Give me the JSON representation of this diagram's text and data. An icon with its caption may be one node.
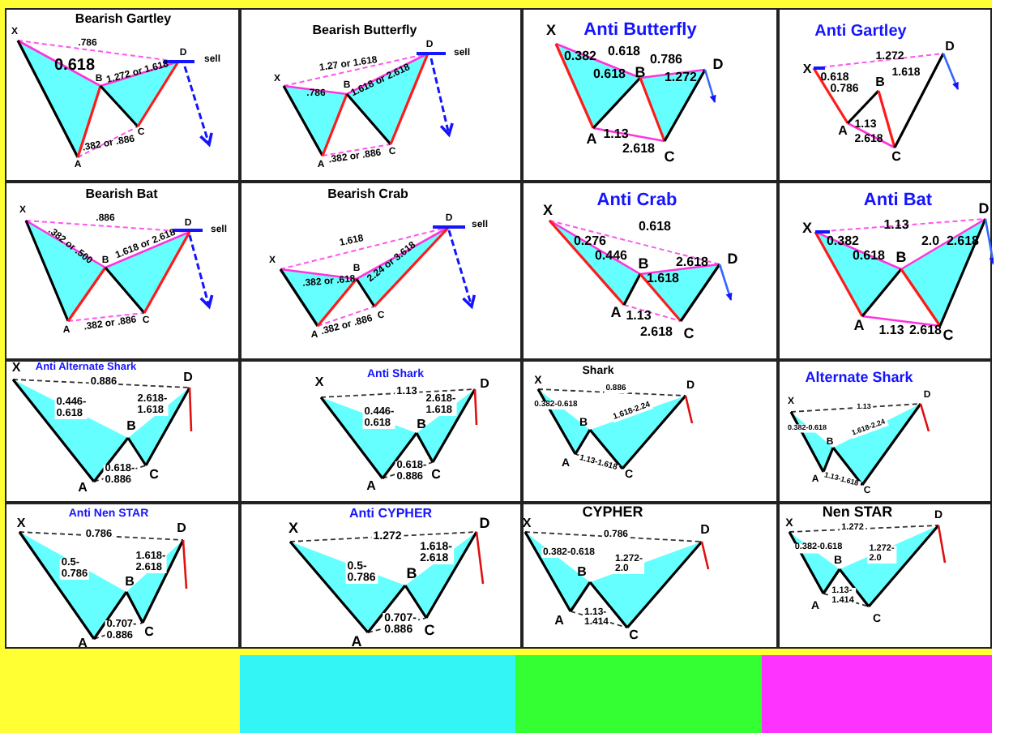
{
  "diagram": {
    "nodes": [
      {
        "text": [
          "Bearish Gartley",
          "X",
          ".786",
          "D",
          "sell",
          "0.618",
          "B",
          "1.272 or 1.618",
          "C",
          "A",
          ".382 or .886"
        ]
      },
      {
        "text": [
          "Bearish Butterfly",
          "D",
          "sell",
          "1.27 or 1.618",
          "X",
          "B",
          ".786",
          "1.618 or 2.618",
          "C",
          "A",
          ".382 or .886"
        ]
      },
      {
        "text": [
          "Anti Butterfly",
          "X",
          "0.382",
          "0.618",
          "0.786",
          "D",
          "0.618",
          "B",
          "1.272",
          "A",
          "1.13",
          "2.618",
          "C"
        ]
      },
      {
        "text": [
          "Anti Gartley",
          "1.272",
          "D",
          "X",
          "0.618",
          "0.786",
          "B",
          "1.618",
          "A",
          "1.13",
          "2.618",
          "C"
        ]
      },
      {
        "text": [
          "Bearish Bat",
          "X",
          ".886",
          "D",
          "sell",
          ".382 or .500",
          "B",
          "1.618 or 2.618",
          "A",
          ".382 or .886",
          "C"
        ]
      },
      {
        "text": [
          "Bearish Crab",
          "D",
          "sell",
          "1.618",
          "X",
          "B",
          ".382 or .618",
          "2.24 or 3.618",
          "C",
          "A",
          ".382 or .886"
        ]
      },
      {
        "text": [
          "Anti Crab",
          "X",
          "0.618",
          "0.276",
          "0.446",
          "B",
          "2.618",
          "D",
          "1.618",
          "A",
          "1.13",
          "2.618",
          "C"
        ]
      },
      {
        "text": [
          "Anti Bat",
          "X",
          "1.13",
          "D",
          "0.382",
          "2.0",
          "2.618",
          "0.618",
          "B",
          "A",
          "1.13",
          "2.618",
          "C"
        ]
      },
      {
        "text": [
          "Anti Alternate Shark",
          "X",
          "0.886",
          "D",
          "0.446- 0.618",
          "2.618- 1.618",
          "B",
          "0.618- 0.886",
          "A",
          "C"
        ]
      },
      {
        "text": [
          "Anti Shark",
          "X",
          "1.13",
          "D",
          "0.446- 0.618",
          "2.618- 1.618",
          "B",
          "0.618- 0.886",
          "A",
          "C"
        ]
      },
      {
        "text": [
          "Shark",
          "X",
          "0.886",
          "D",
          "0.382-0.618",
          "B",
          "1.618-2.24",
          "A",
          "1.13-1.618",
          "C"
        ]
      },
      {
        "text": [
          "Alternate Shark",
          "X",
          "1.13",
          "D",
          "0.382-0.618",
          "B",
          "1.618-2.24",
          "A",
          "1.13-1.618",
          "C"
        ]
      },
      {
        "text": [
          "Anti Nen STAR",
          "X",
          "0.786",
          "D",
          "0.5- 0.786",
          "1.618- 2.618",
          "B",
          "0.707- 0.886",
          "A",
          "C"
        ]
      },
      {
        "text": [
          "Anti CYPHER",
          "X",
          "1.272",
          "D",
          "0.5- 0.786",
          "1.618- 2.618",
          "B",
          "0.707- 0.886",
          "A",
          "C"
        ]
      },
      {
        "text": [
          "CYPHER",
          "X",
          "0.786",
          "D",
          "0.382-0.618",
          "B",
          "1.272- 2.0",
          "A",
          "1.13- 1.414",
          "C"
        ]
      },
      {
        "text": [
          "Nen STAR",
          "X",
          "1.272",
          "D",
          "0.382-0.618",
          "B",
          "1.272- 2.0",
          "A",
          "1.13- 1.414",
          "C"
        ]
      }
    ]
  }
}
